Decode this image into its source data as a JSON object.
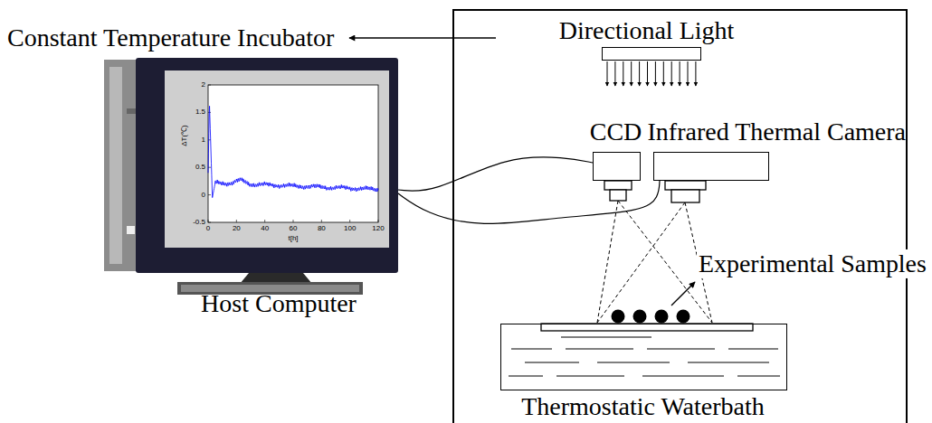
{
  "diagram": {
    "nodes": [
      {
        "text": [
          "Constant Temperature Incubator"
        ]
      },
      {
        "text": [
          "Host Computer"
        ]
      },
      {
        "text": [
          "Directional Light"
        ],
        "in": 0
      },
      {
        "text": [
          "CCD"
        ],
        "in": 0
      },
      {
        "text": [
          "Infrared Thermal Camera"
        ],
        "in": 0
      },
      {
        "text": [
          "Thermostatic Waterbath"
        ],
        "in": 0
      }
    ],
    "edges": [
      {
        "from": 1,
        "to": 3,
        "arrow": "none"
      },
      {
        "from": 1,
        "to": 4,
        "arrow": "none"
      }
    ],
    "labels": [
      "Experimental Samples",
      "ΔT(℃)",
      "t[h]",
      "2",
      "1.5",
      "1",
      "0.5",
      "0",
      "-0.5",
      "0",
      "20",
      "40",
      "60",
      "80",
      "100",
      "120"
    ]
  }
}
